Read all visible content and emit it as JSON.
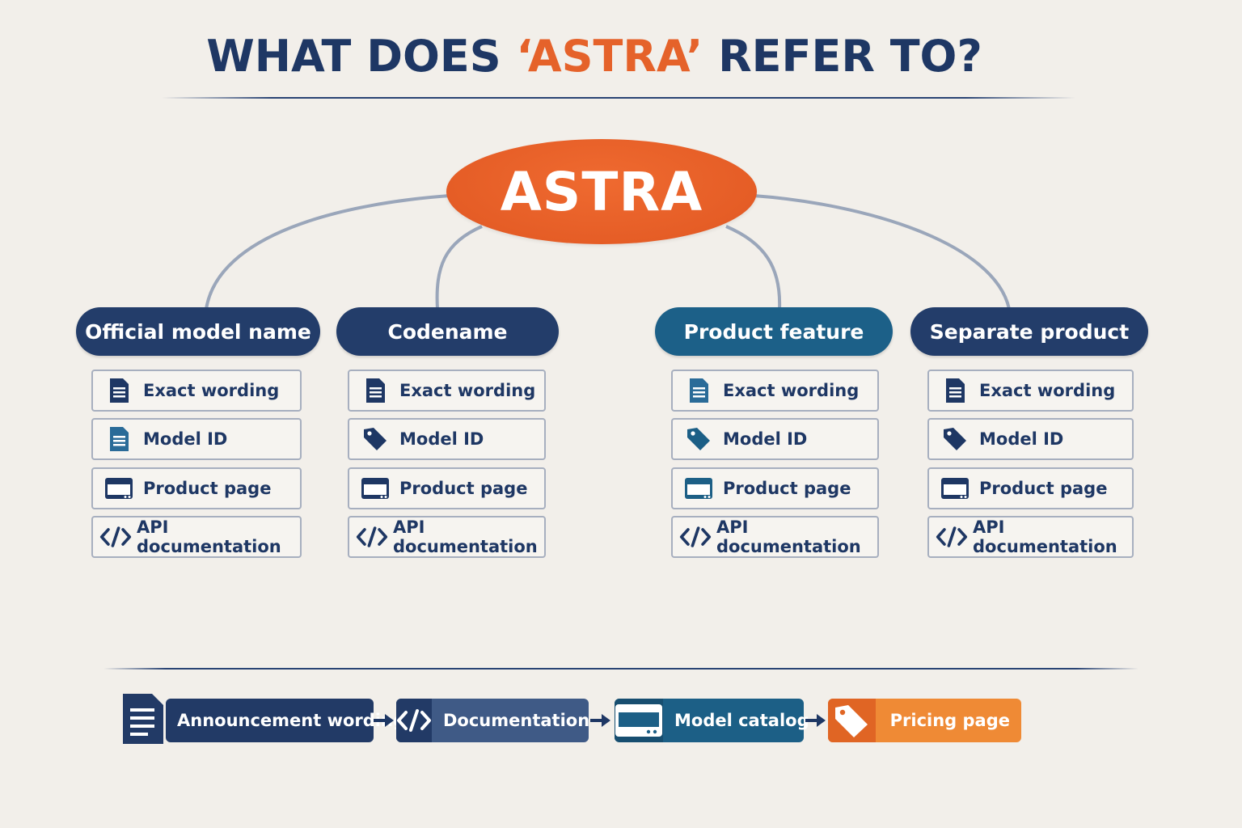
{
  "title": {
    "prefix": "WHAT DOES ",
    "highlight": "‘ASTRA’",
    "suffix": " REFER TO?"
  },
  "center_node": {
    "label": "ASTRA"
  },
  "categories": [
    {
      "label": "Official model name",
      "items": [
        {
          "label": "Exact wording",
          "icon": "document-icon"
        },
        {
          "label": "Model ID",
          "icon": "document-icon"
        },
        {
          "label": "Product page",
          "icon": "browser-window-icon"
        },
        {
          "label": "API documentation",
          "icon": "code-icon"
        }
      ]
    },
    {
      "label": "Codename",
      "items": [
        {
          "label": "Exact wording",
          "icon": "document-icon"
        },
        {
          "label": "Model ID",
          "icon": "tag-icon"
        },
        {
          "label": "Product page",
          "icon": "browser-window-icon"
        },
        {
          "label": "API documentation",
          "icon": "code-icon"
        }
      ]
    },
    {
      "label": "Product feature",
      "items": [
        {
          "label": "Exact wording",
          "icon": "document-icon"
        },
        {
          "label": "Model ID",
          "icon": "tag-icon"
        },
        {
          "label": "Product page",
          "icon": "browser-window-icon"
        },
        {
          "label": "API documentation",
          "icon": "code-icon"
        }
      ]
    },
    {
      "label": "Separate product",
      "items": [
        {
          "label": "Exact wording",
          "icon": "document-icon"
        },
        {
          "label": "Model ID",
          "icon": "tag-icon"
        },
        {
          "label": "Product page",
          "icon": "browser-window-icon"
        },
        {
          "label": "API documentation",
          "icon": "code-icon"
        }
      ]
    }
  ],
  "flow": [
    {
      "label": "Announcement wording",
      "icon": "document-icon",
      "color": "#223a66"
    },
    {
      "label": "Documentation",
      "icon": "code-icon",
      "color": "#3f5a86"
    },
    {
      "label": "Model catalog",
      "icon": "browser-window-icon",
      "color": "#1c5f86"
    },
    {
      "label": "Pricing page",
      "icon": "tag-icon",
      "color": "#ef8a35"
    }
  ],
  "colors": {
    "navy": "#1e3764",
    "orange": "#e5622a",
    "teal": "#1c6088",
    "connector": "#9aa6ba",
    "background": "#f2efea"
  }
}
